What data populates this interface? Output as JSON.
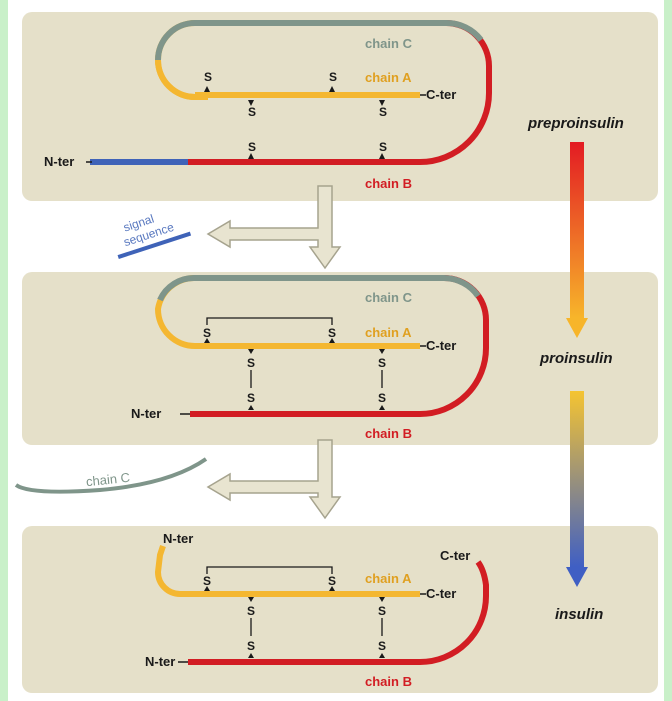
{
  "stages": [
    "preproinsulin",
    "proinsulin",
    "insulin"
  ],
  "labels": {
    "chain_a": "chain A",
    "chain_b": "chain B",
    "chain_c": "chain C",
    "n_ter": "N-ter",
    "c_ter": "C-ter",
    "sulfur": "S",
    "signal_line1": "signal",
    "signal_line2": "sequence",
    "removed_chain_c": "chain C"
  },
  "colors": {
    "panel": "#e5e0c9",
    "chain_a": "#f4b731",
    "chain_b": "#d21d23",
    "chain_c": "#7f958a",
    "signal": "#3f63b8",
    "arrow_fill": "#e8e4d0",
    "arrow_stroke": "#a6a38e"
  }
}
